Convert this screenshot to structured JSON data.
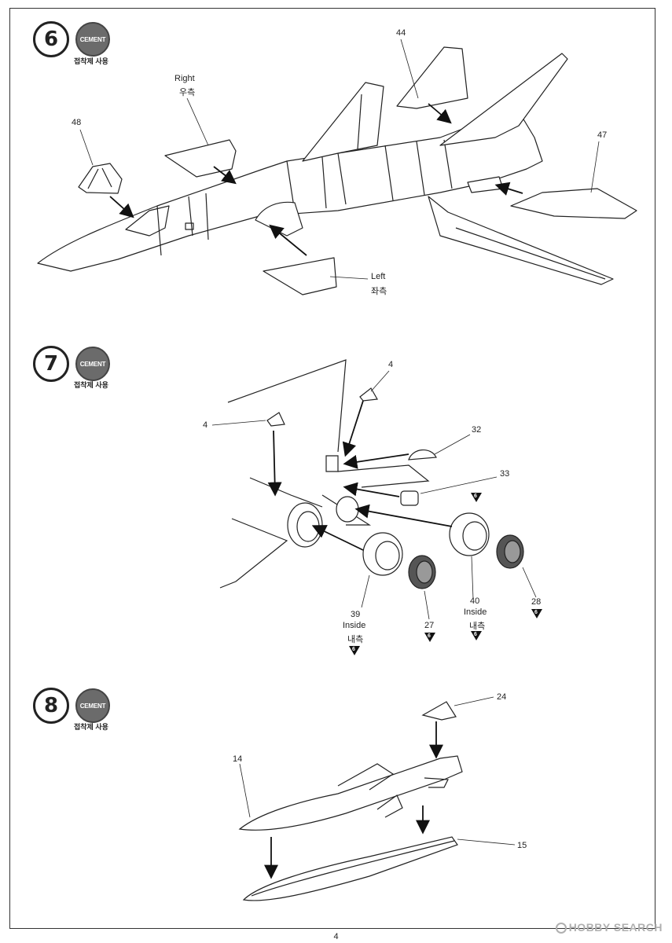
{
  "steps": [
    {
      "number": "6",
      "cement_label": "CEMENT",
      "cement_note": "접착제 사용"
    },
    {
      "number": "7",
      "cement_label": "CEMENT",
      "cement_note": "접착제 사용"
    },
    {
      "number": "8",
      "cement_label": "CEMENT",
      "cement_note": "접착제 사용"
    }
  ],
  "step6": {
    "part_44": "44",
    "part_48": "48",
    "part_47": "47",
    "right_en": "Right",
    "right_ko": "우측",
    "left_en": "Left",
    "left_ko": "좌측"
  },
  "step7": {
    "part_4a": "4",
    "part_4b": "4",
    "part_32": "32",
    "part_33": "33",
    "part_28": "28",
    "part_27": "27",
    "part_39": "39",
    "part_40": "40",
    "inside_en_39": "Inside",
    "inside_ko_39": "내측",
    "inside_en_40": "Inside",
    "inside_ko_40": "내측",
    "paint_ref": "6"
  },
  "step8": {
    "part_24": "24",
    "part_14": "14",
    "part_15": "15"
  },
  "page_number": "4",
  "watermark": "HOBBY SEARCH"
}
